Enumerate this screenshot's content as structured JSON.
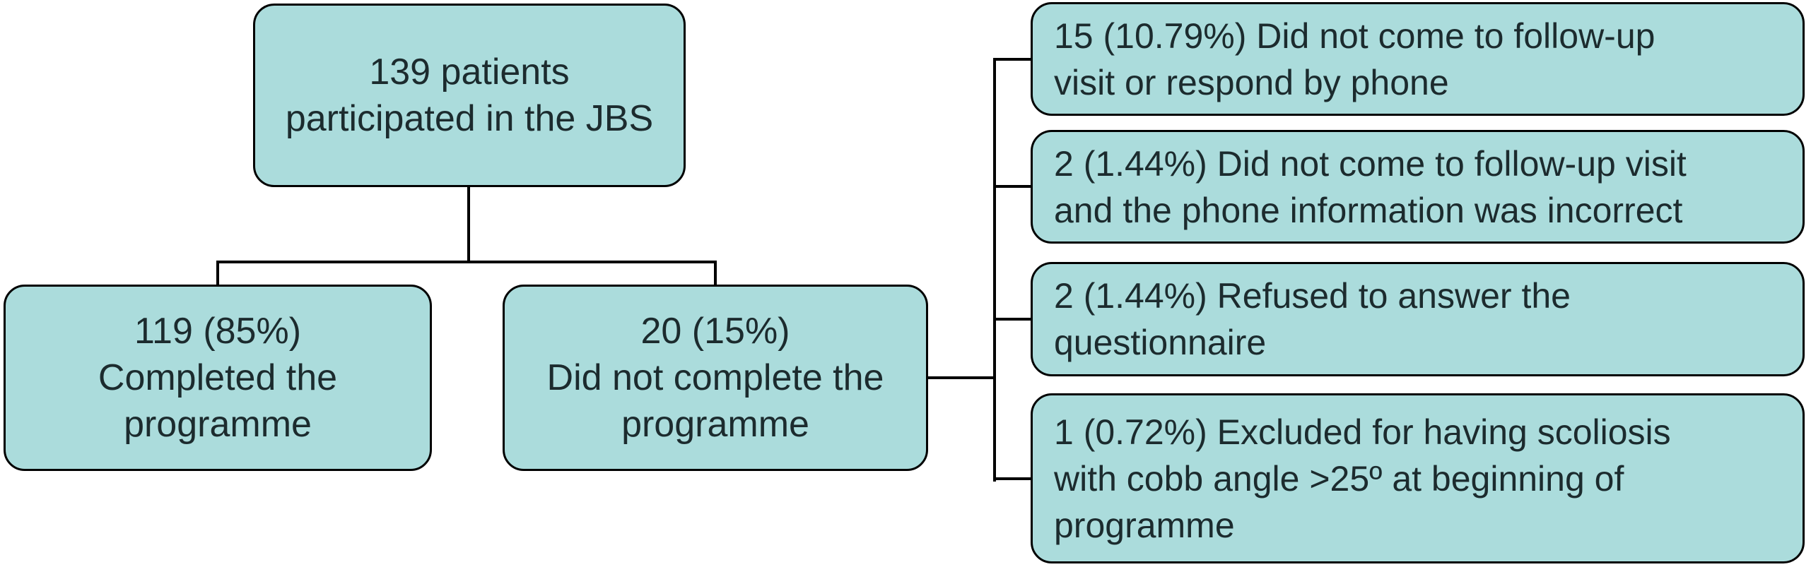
{
  "figure": {
    "type": "flowchart",
    "description": "Patient flow diagram of the JBS programme",
    "colors": {
      "box_fill": "#abdcdc",
      "box_border": "#000000",
      "connector": "#000000",
      "text": "#1c2b2e",
      "background": "#ffffff"
    },
    "nodes": {
      "root": {
        "lines": [
          "139 patients",
          "participated in the JBS"
        ]
      },
      "completed": {
        "lines": [
          "119 (85%)",
          "Completed the",
          "programme"
        ]
      },
      "not_completed": {
        "lines": [
          "20 (15%)",
          "Did not complete the",
          "programme"
        ]
      },
      "reasons": [
        {
          "lines": [
            "15 (10.79%) Did not come to follow-up",
            "visit or respond by phone"
          ]
        },
        {
          "lines": [
            "2 (1.44%) Did not come to follow-up visit",
            "and the phone information was incorrect"
          ]
        },
        {
          "lines": [
            "2 (1.44%) Refused to answer the",
            "questionnaire"
          ]
        },
        {
          "lines": [
            "1 (0.72%) Excluded for having scoliosis",
            "with cobb angle >25º at beginning of",
            "programme"
          ]
        }
      ]
    }
  }
}
